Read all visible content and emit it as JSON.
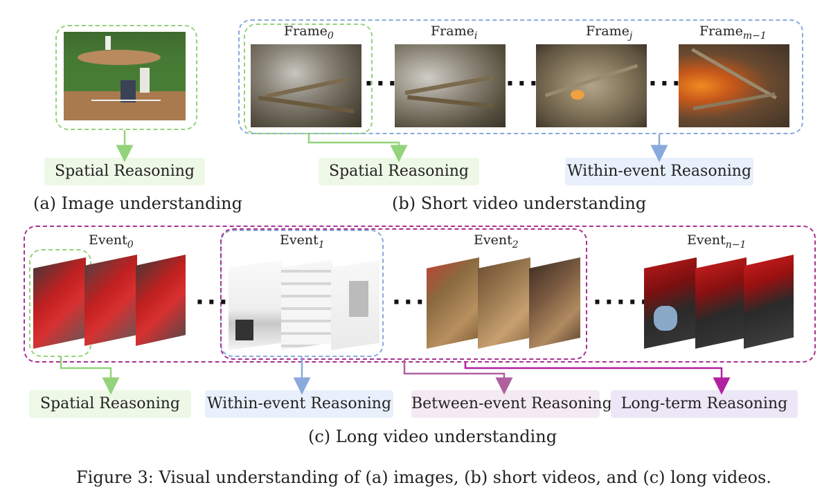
{
  "panel_a": {
    "reasoning": "Spatial Reasoning",
    "caption": "(a) Image understanding"
  },
  "panel_b": {
    "frames": [
      {
        "base": "Frame",
        "sub": "0"
      },
      {
        "base": "Frame",
        "sub": "i"
      },
      {
        "base": "Frame",
        "sub": "j"
      },
      {
        "base": "Frame",
        "sub": "m−1"
      }
    ],
    "ellipsis": "···",
    "spatial": "Spatial Reasoning",
    "within": "Within-event Reasoning",
    "caption": "(b) Short video understanding"
  },
  "panel_c": {
    "events": [
      {
        "base": "Event",
        "sub": "0"
      },
      {
        "base": "Event",
        "sub": "1"
      },
      {
        "base": "Event",
        "sub": "2"
      },
      {
        "base": "Event",
        "sub": "n−1"
      }
    ],
    "ellipsis_short": "···",
    "ellipsis_long": "······",
    "spatial": "Spatial Reasoning",
    "within": "Within-event Reasoning",
    "between": "Between-event Reasoning",
    "longterm": "Long-term Reasoning",
    "caption": "(c) Long video understanding"
  },
  "figure_caption": "Figure 3: Visual understanding of (a) images, (b) short videos, and (c) long videos.",
  "colors": {
    "green": "#93d37a",
    "blue": "#8aa9dc",
    "purple": "#a8308f",
    "between_arrow": "#b0609f",
    "longterm_arrow": "#b020a0"
  }
}
